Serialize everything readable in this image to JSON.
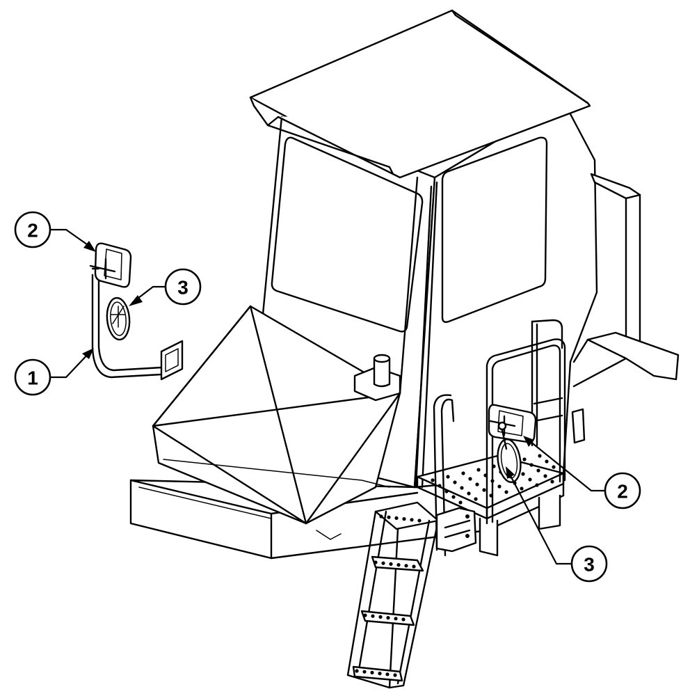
{
  "callouts": {
    "left_top_2": "2",
    "left_top_3": "3",
    "left_1": "1",
    "right_2": "2",
    "right_3": "3"
  },
  "colors": {
    "line": "#000000",
    "background": "#ffffff"
  }
}
